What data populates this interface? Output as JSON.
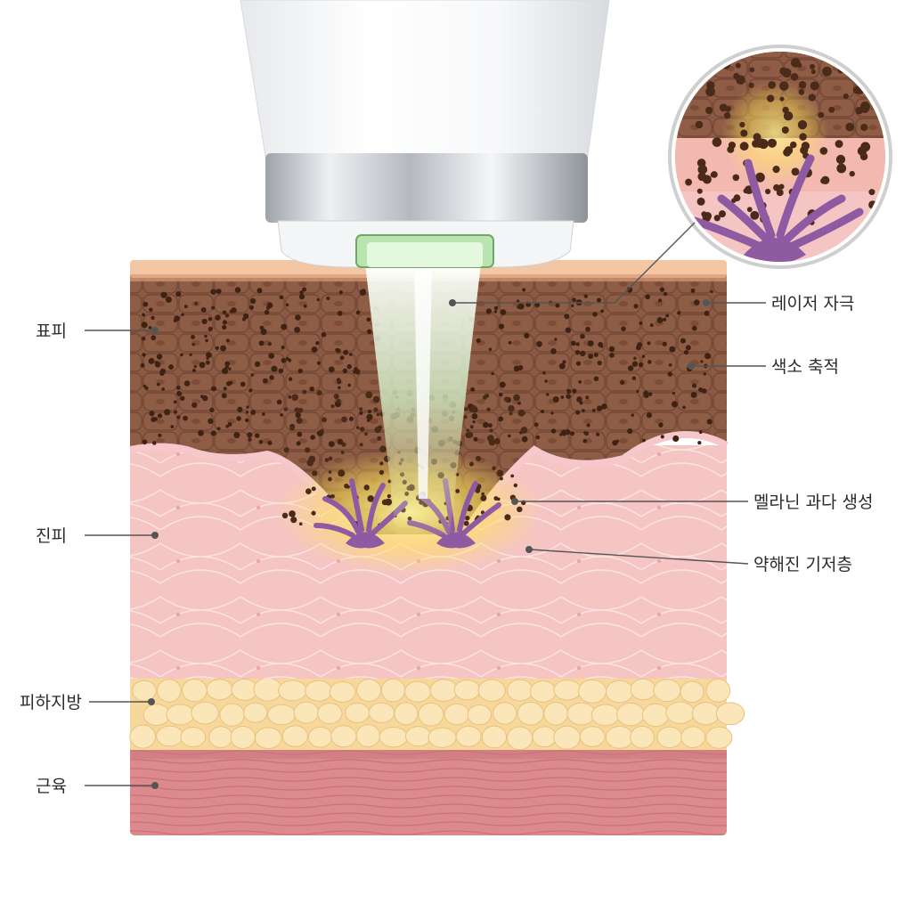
{
  "labels": {
    "left": {
      "epidermis": "표피",
      "dermis": "진피",
      "subcutaneous": "피하지방",
      "muscle": "근육"
    },
    "right": {
      "laser_stimulus": "레이저 자극",
      "pigment_accumulation": "색소 축적",
      "melanin_overproduction": "멜라닌 과다 생성",
      "weakened_basal_layer": "약해진 기저층"
    }
  },
  "icons": [
    "laser-device-icon",
    "melanocyte-icon",
    "magnifier-inset-icon"
  ],
  "colors": {
    "stratum_corneum": "#f3c7a3",
    "epidermis": "#8a5a44",
    "epidermis_cell_line": "#6d4230",
    "basal_line": "#f6c8cc",
    "dermis": "#f5c5c4",
    "fat": "#f9dfa8",
    "muscle": "#dc8a8e",
    "melanin": "#4a2a18",
    "melanocyte": "#8e5aa2",
    "laser_beam": "#c9f2c2",
    "glow": "#ffe25a"
  }
}
